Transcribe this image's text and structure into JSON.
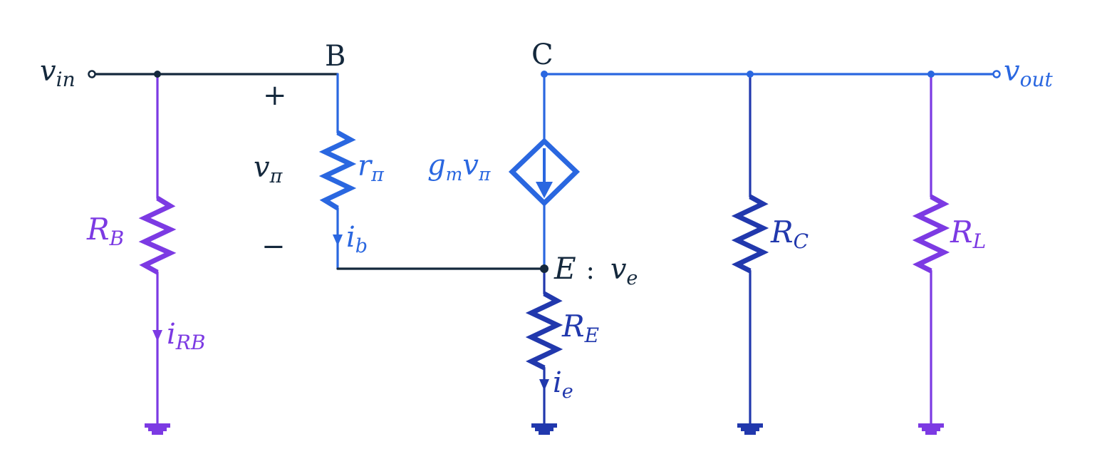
{
  "colors": {
    "dark": "#14283c",
    "blue": "#2a67e0",
    "navy": "#2138ad",
    "purple": "#7c3ae3"
  },
  "labels": {
    "vin": {
      "main": "v",
      "sub": "in"
    },
    "vout": {
      "main": "v",
      "sub": "out"
    },
    "node_b": "B",
    "node_c": "C",
    "plus": "+",
    "minus": "−",
    "vpi": {
      "main": "v",
      "sub": "π"
    },
    "rpi": {
      "main": "r",
      "sub": "π"
    },
    "gm_vpi": {
      "g": "g",
      "m": "m",
      "v": "v",
      "pi": "π"
    },
    "ib": {
      "main": "i",
      "sub": "b"
    },
    "irb": {
      "main": "i",
      "sub": "RB"
    },
    "rb": {
      "main": "R",
      "sub": "B"
    },
    "re": {
      "main": "R",
      "sub": "E"
    },
    "ie": {
      "main": "i",
      "sub": "e"
    },
    "rc": {
      "main": "R",
      "sub": "C"
    },
    "rl": {
      "main": "R",
      "sub": "L"
    },
    "emitter": {
      "node": "E",
      "colon": ":",
      "main": "v",
      "sub": "e"
    }
  }
}
